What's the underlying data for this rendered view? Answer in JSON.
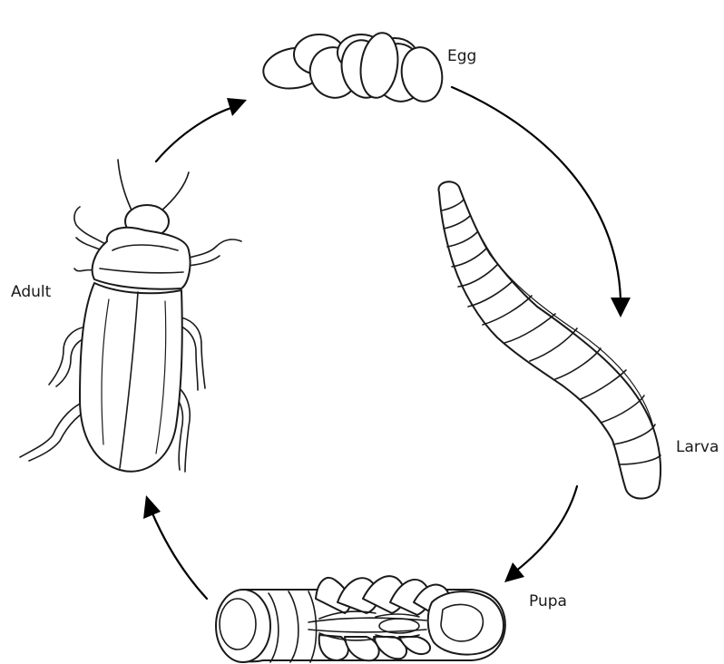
{
  "labels": {
    "egg": "Egg",
    "larva": "Larva",
    "pupa": "Pupa",
    "adult": "Adult"
  },
  "colors": {
    "ink": "#1a1a1a",
    "arrow": "#000000",
    "background": "#ffffff"
  }
}
